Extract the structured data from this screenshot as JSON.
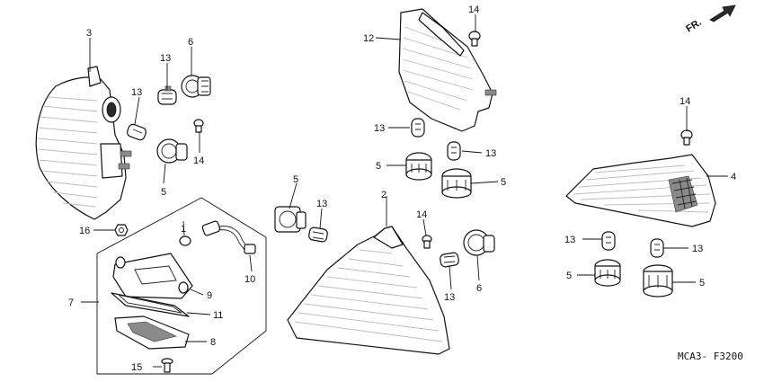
{
  "direction_label": "FR.",
  "diagram_code": "MCA3- F3200",
  "callouts": [
    "1",
    "2",
    "3",
    "4",
    "5",
    "5",
    "5",
    "5",
    "5",
    "6",
    "6",
    "7",
    "8",
    "9",
    "10",
    "11",
    "12",
    "13",
    "13",
    "13",
    "13",
    "13",
    "13",
    "13",
    "13",
    "14",
    "14",
    "14",
    "14",
    "15",
    "16"
  ]
}
